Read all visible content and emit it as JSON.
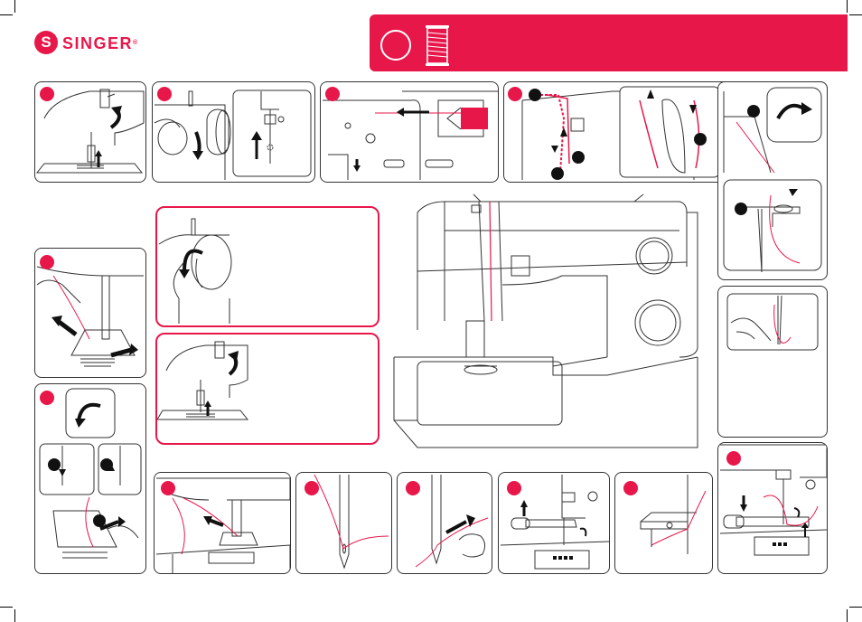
{
  "brand": {
    "name": "SINGER",
    "logo_letter": "S",
    "registered_mark": "®"
  },
  "header": {
    "background_color": "#e8174a",
    "icon": "thread-spool-icon"
  },
  "colors": {
    "accent": "#e8174a",
    "line": "#333333",
    "step_marker": "#e8174a",
    "sub_step_marker": "#111111"
  },
  "icons": [
    "thread-spool-icon",
    "sewing-machine-illustration",
    "curved-arrow-icon",
    "straight-arrow-icon",
    "needle-icon",
    "bobbin-icon"
  ]
}
